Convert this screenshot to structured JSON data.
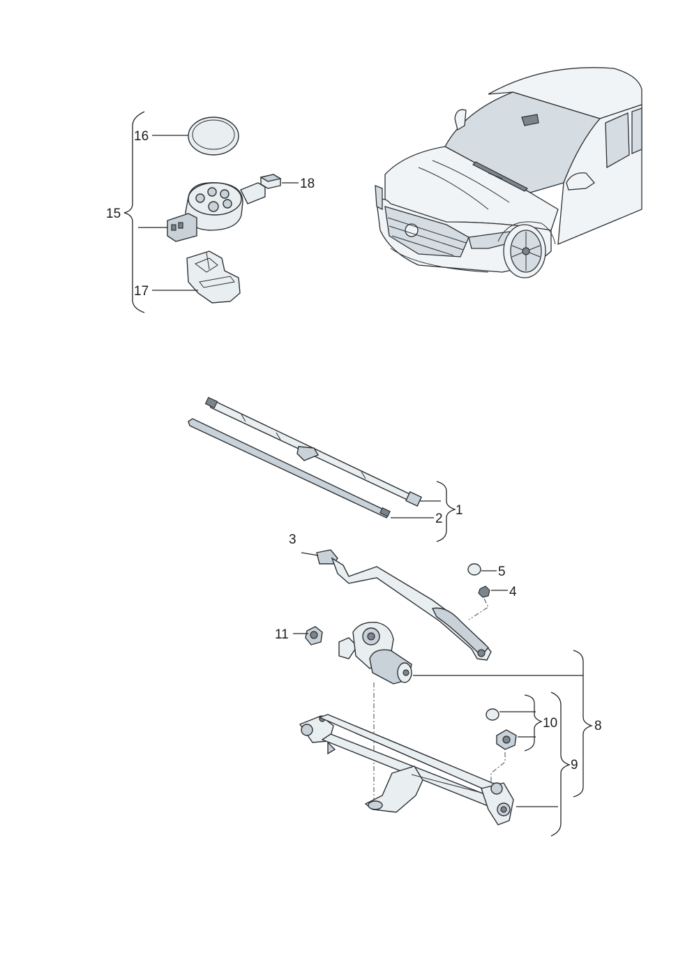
{
  "callouts": {
    "c1": "1",
    "c2": "2",
    "c3": "3",
    "c4": "4",
    "c5": "5",
    "c8": "8",
    "c9": "9",
    "c10": "10",
    "c11": "11",
    "c15": "15",
    "c16": "16",
    "c17": "17",
    "c18": "18"
  }
}
